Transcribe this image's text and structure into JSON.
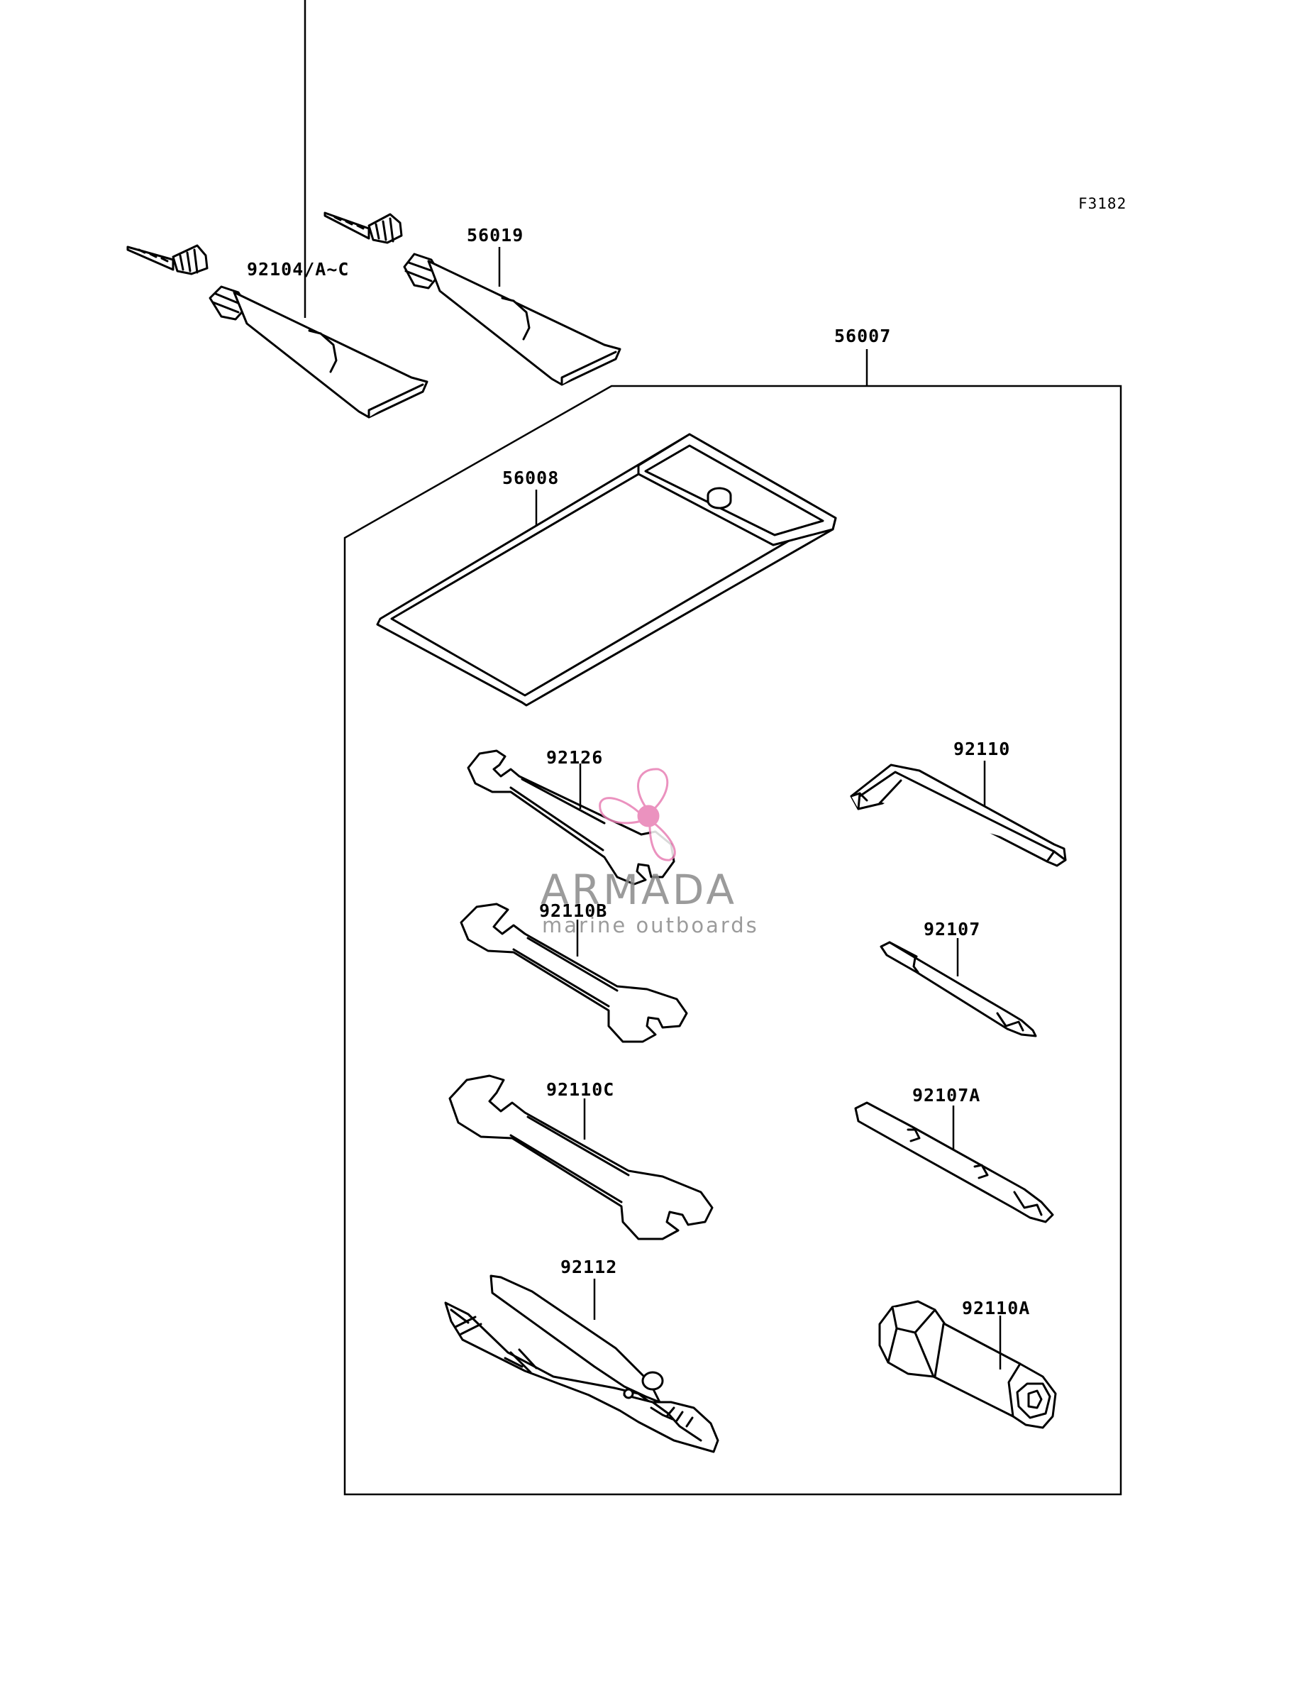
{
  "diagram": {
    "figure_code": "F3182",
    "parts": [
      {
        "id": "92104/A~C"
      },
      {
        "id": "56019"
      },
      {
        "id": "56007"
      },
      {
        "id": "56008"
      },
      {
        "id": "92126"
      },
      {
        "id": "92110B"
      },
      {
        "id": "92110C"
      },
      {
        "id": "92112"
      },
      {
        "id": "92110"
      },
      {
        "id": "92107"
      },
      {
        "id": "92107A"
      },
      {
        "id": "92110A"
      }
    ]
  },
  "watermark": {
    "brand": "ARMADA",
    "tagline": "marine outboards",
    "colors": {
      "brand": "#8a8a8a",
      "logo": "#e87fb4"
    }
  }
}
